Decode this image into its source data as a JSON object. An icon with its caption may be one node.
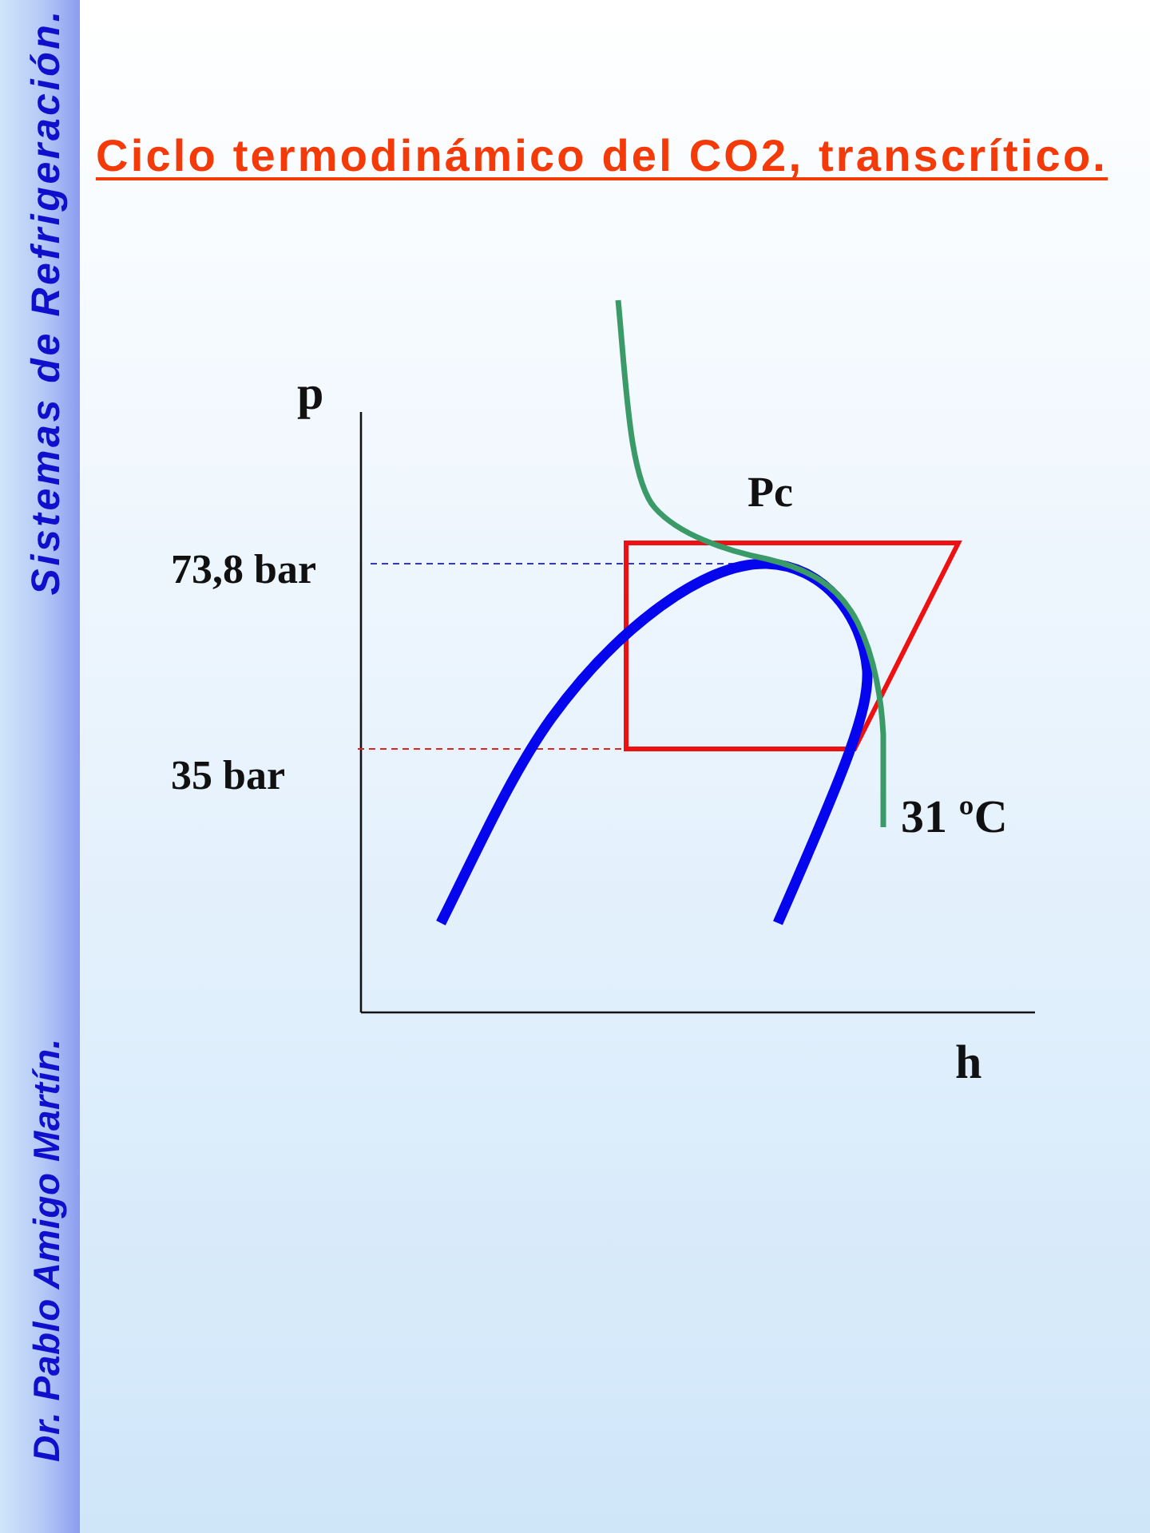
{
  "diagram": {
    "title": "Ciclo termodinámico del CO2, transcrítico.",
    "labels": [
      "Sistemas de Refrigeración.",
      "p",
      "Pc",
      "73,8 bar",
      "35 bar",
      "31 ºC",
      "h",
      "Dr. Pablo Amigo Martín."
    ]
  }
}
